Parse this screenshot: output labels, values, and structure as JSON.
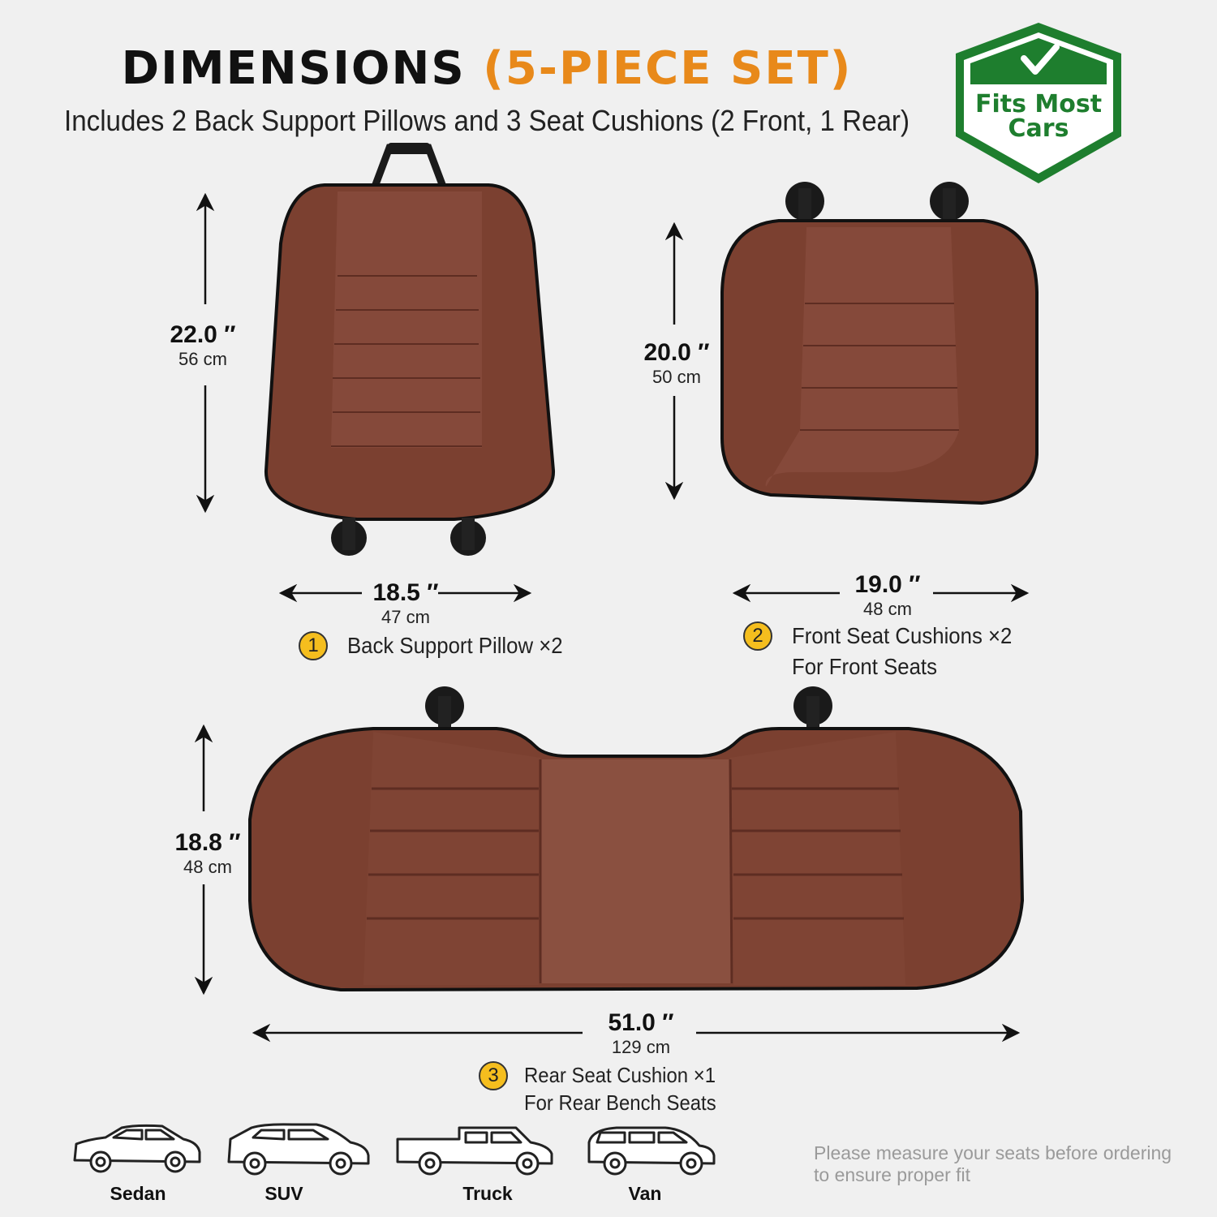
{
  "header": {
    "title_main": "DIMENSIONS",
    "title_accent": "(5-PIECE SET)",
    "subtitle": "Includes 2 Back Support Pillows and 3 Seat Cushions (2 Front, 1 Rear)"
  },
  "badge": {
    "line1": "Fits Most",
    "line2": "Cars",
    "icon": "checkmark-icon",
    "color": "#1e7e2e"
  },
  "back_pillow": {
    "height_in": "22.0 ″",
    "height_cm": "56 cm",
    "width_in": "18.5 ″",
    "width_cm": "47 cm",
    "number": "1",
    "label": "Back Support Pillow ×2"
  },
  "front_cushion": {
    "height_in": "20.0 ″",
    "height_cm": "50 cm",
    "width_in": "19.0 ″",
    "width_cm": "48 cm",
    "number": "2",
    "label": "Front Seat Cushions ×2",
    "sublabel": "For Front Seats"
  },
  "rear_cushion": {
    "height_in": "18.8 ″",
    "height_cm": "48 cm",
    "width_in": "51.0 ″",
    "width_cm": "129 cm",
    "number": "3",
    "label": "Rear Seat Cushion ×1",
    "sublabel": "For Rear Bench Seats"
  },
  "vehicles": [
    {
      "label": "Sedan",
      "icon": "sedan-icon"
    },
    {
      "label": "SUV",
      "icon": "suv-icon"
    },
    {
      "label": "Truck",
      "icon": "truck-icon"
    },
    {
      "label": "Van",
      "icon": "van-icon"
    }
  ],
  "note": {
    "line1": "Please measure your seats before ordering",
    "line2": "to ensure proper fit"
  },
  "colors": {
    "leather": "#7b4030",
    "accent": "#e8891a",
    "number_badge": "#f5be1e"
  }
}
